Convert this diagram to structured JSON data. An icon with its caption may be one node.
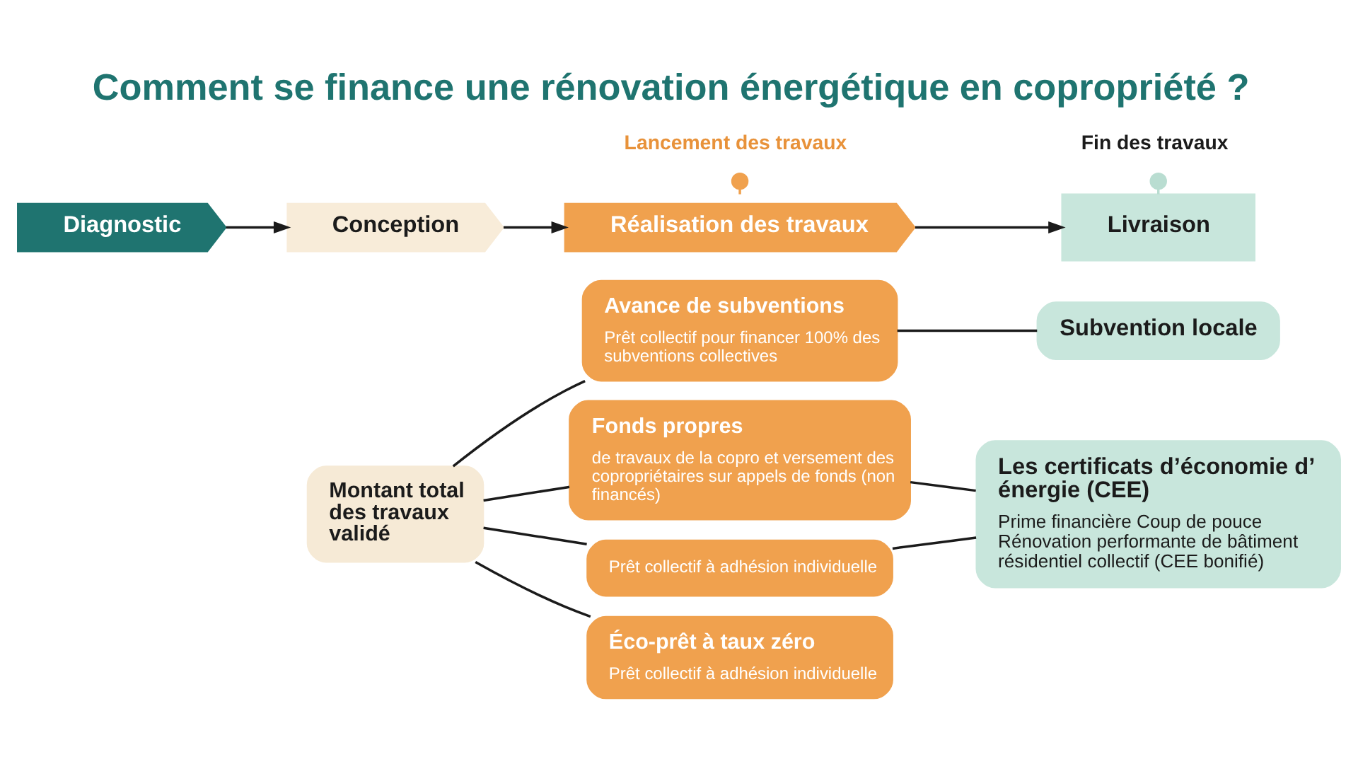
{
  "diagram": {
    "title": "Comment se finance une rénovation énergétique en copropriété ?",
    "nodes": [
      {
        "text": [
          "Lancement des travaux"
        ]
      },
      {
        "text": [
          "Fin des travaux"
        ]
      },
      {
        "text": [
          "Diagnostic"
        ]
      },
      {
        "text": [
          "Conception"
        ]
      },
      {
        "text": [
          "Réalisation des travaux"
        ]
      },
      {
        "text": [
          "Livraison"
        ]
      },
      {
        "text": [
          "Montant total des travaux validé"
        ]
      },
      {
        "text": [
          "Avance de subventions",
          "Prêt collectif pour financer 100% des subventions collectives"
        ]
      },
      {
        "text": [
          "Fonds propres",
          "de travaux de la copro et versement des copropriétaires sur appels de fonds (non financés)"
        ]
      },
      {
        "text": [
          "Prêt collectif à adhésion individuelle"
        ]
      },
      {
        "text": [
          "Éco-prêt à taux zéro",
          "Prêt collectif à adhésion individuelle"
        ]
      },
      {
        "text": [
          "Subvention locale"
        ]
      },
      {
        "text": [
          "Les certificats d’économie d’ énergie (CEE)",
          "Prime financière Coup de pouce Rénovation performante de bâtiment résidentiel collectif (CEE bonifié)"
        ]
      }
    ],
    "edges": [
      {
        "from": 0,
        "to": 4,
        "arrow": "other",
        "color": "#f0a14e"
      },
      {
        "from": 1,
        "to": 5,
        "arrow": "other",
        "color": "#b9ddd1"
      },
      {
        "from": 2,
        "to": 3,
        "arrow": "to"
      },
      {
        "from": 3,
        "to": 4,
        "arrow": "to"
      },
      {
        "from": 4,
        "to": 5,
        "arrow": "to"
      },
      {
        "from": 6,
        "to": 7,
        "arrow": "none"
      },
      {
        "from": 6,
        "to": 8,
        "arrow": "none"
      },
      {
        "from": 6,
        "to": 9,
        "arrow": "none"
      },
      {
        "from": 6,
        "to": 10,
        "arrow": "none"
      },
      {
        "from": 7,
        "to": 11,
        "arrow": "none"
      },
      {
        "from": 8,
        "to": 12,
        "arrow": "none"
      },
      {
        "from": 9,
        "to": 12,
        "arrow": "none"
      }
    ]
  }
}
